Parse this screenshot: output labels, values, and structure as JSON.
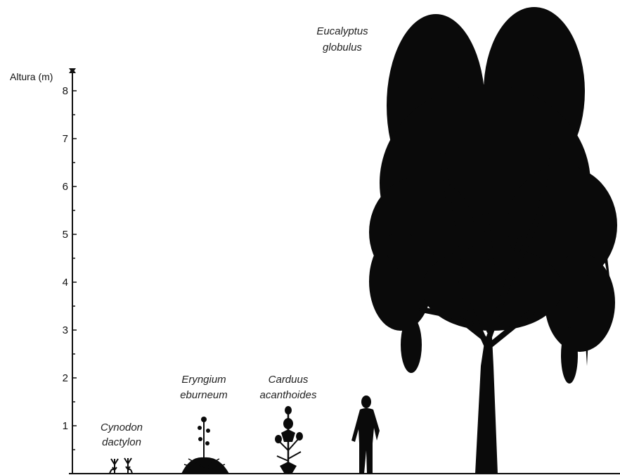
{
  "axis": {
    "title": "Altura (m)",
    "ticks": [
      "1",
      "2",
      "3",
      "4",
      "5",
      "6",
      "7",
      "8"
    ]
  },
  "species": [
    {
      "line1": "Cynodon",
      "line2": "dactylon"
    },
    {
      "line1": "Eryngium",
      "line2": "eburneum"
    },
    {
      "line1": "Carduus",
      "line2": "acanthoides"
    },
    {
      "line1": "Eucalyptus",
      "line2": "globulus"
    }
  ]
}
